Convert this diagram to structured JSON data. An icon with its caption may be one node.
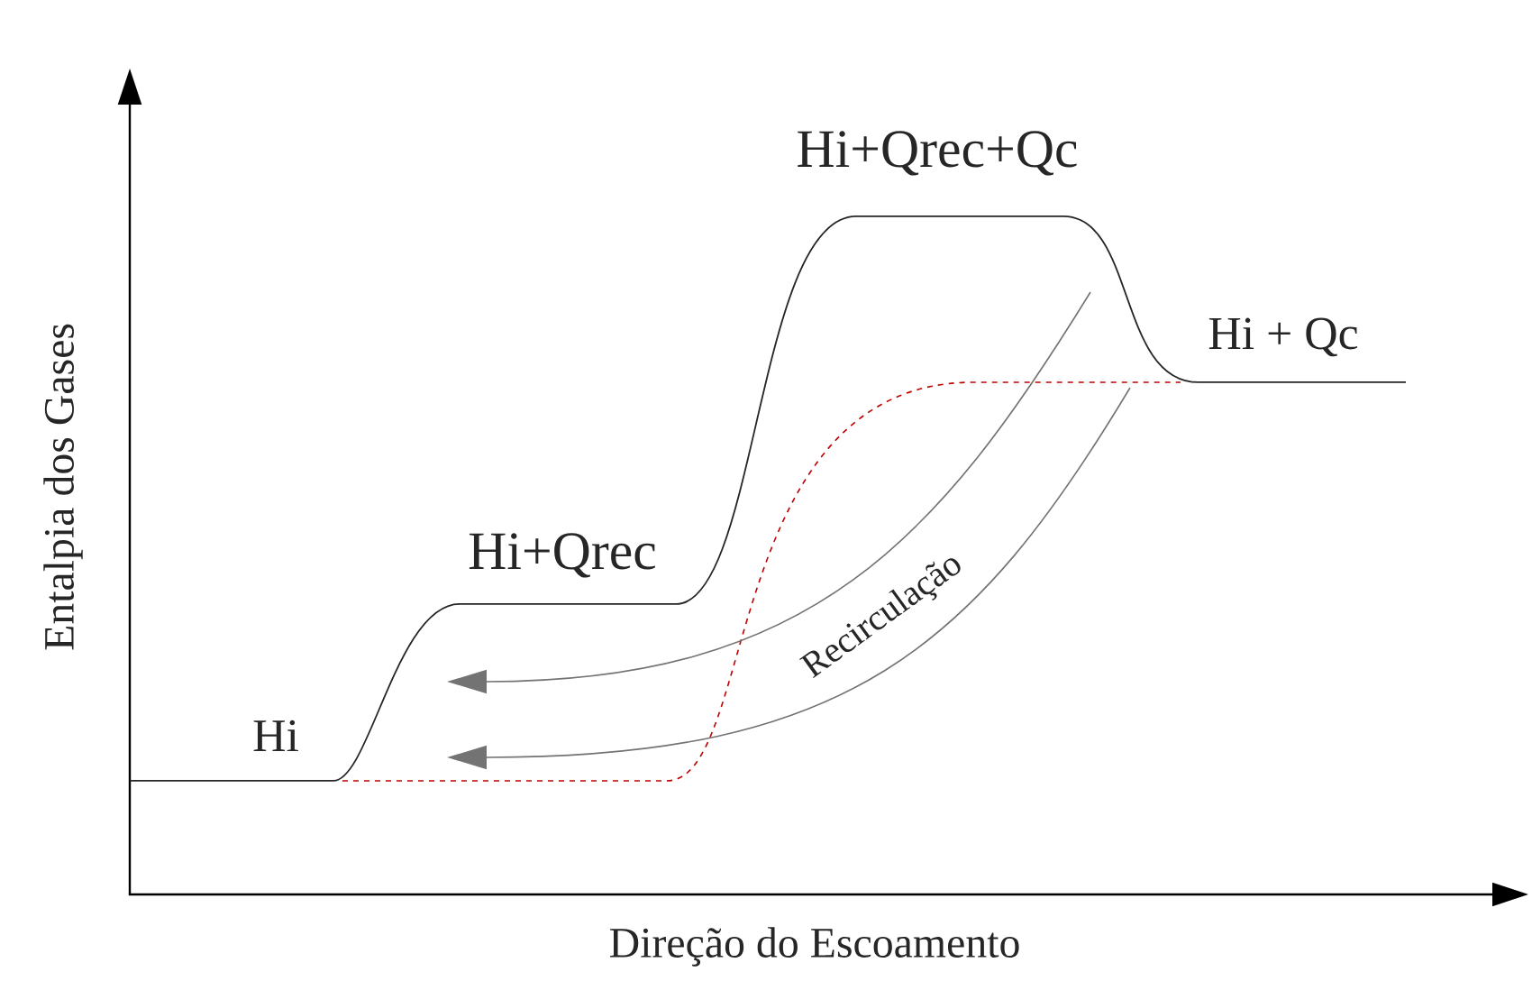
{
  "diagram": {
    "labels": [
      "Hi+Qrec+Qc",
      "Hi + Qc",
      "Entalpia dos Gases",
      "Hi+Qrec",
      "Recirculação",
      "Hi",
      "Direção do Escoamento"
    ]
  }
}
